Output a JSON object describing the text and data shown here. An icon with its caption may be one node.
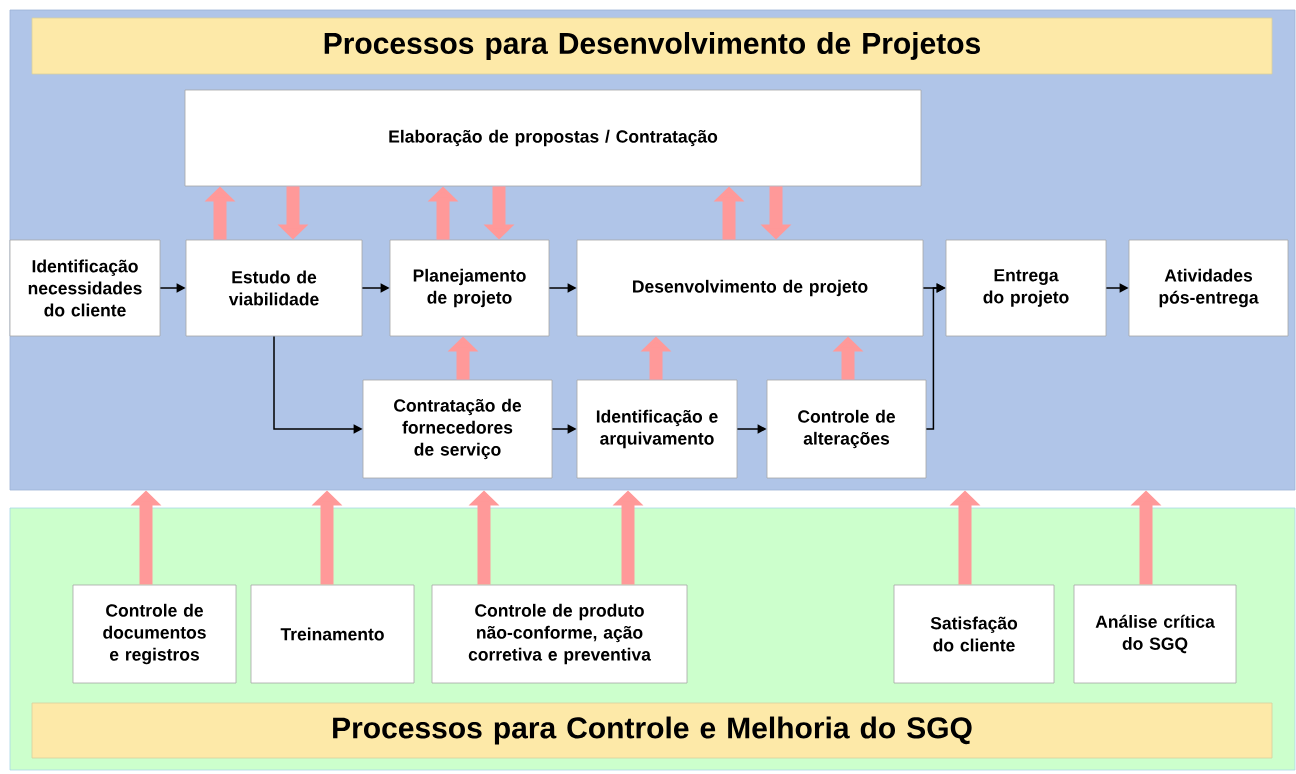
{
  "diagram": {
    "nodes": [
      {
        "text": [],
        "shape": "box"
      },
      {
        "text": [
          "Processos para Desenvolvimento de Projetos"
        ],
        "in": 0
      },
      {
        "text": [
          "Elaboração de propostas / Contratação"
        ],
        "in": 0
      },
      {
        "text": [
          "Identificação necessidades do cliente"
        ],
        "in": 0
      },
      {
        "text": [
          "Estudo de viabilidade"
        ],
        "in": 0
      },
      {
        "text": [
          "Planejamento de projeto"
        ],
        "in": 0
      },
      {
        "text": [
          "Desenvolvimento de projeto"
        ],
        "in": 0
      },
      {
        "text": [
          "Entrega do projeto"
        ],
        "in": 0
      },
      {
        "text": [
          "Atividades pós-entrega"
        ],
        "in": 0
      },
      {
        "text": [
          "Contratação de fornecedores de serviço"
        ],
        "in": 0
      },
      {
        "text": [
          "Identificação e arquivamento"
        ],
        "in": 0
      },
      {
        "text": [
          "Controle de alterações"
        ],
        "in": 0
      },
      {
        "text": [],
        "shape": "box"
      },
      {
        "text": [
          "Controle de documentos e registros"
        ],
        "in": 12
      },
      {
        "text": [
          "Treinamento"
        ],
        "in": 12
      },
      {
        "text": [
          "Controle de produto não-conforme, ação corretiva e preventiva"
        ],
        "in": 12
      },
      {
        "text": [
          "Satisfação do cliente"
        ],
        "in": 12
      },
      {
        "text": [
          "Análise crítica do SGQ"
        ],
        "in": 12
      },
      {
        "text": [
          "Processos para Controle e Melhoria do SGQ"
        ],
        "in": 12
      }
    ],
    "edges": [
      {
        "from": 3,
        "to": 4,
        "arrow": "to",
        "color": "#000000"
      },
      {
        "from": 4,
        "to": 5,
        "arrow": "to",
        "color": "#000000"
      },
      {
        "from": 5,
        "to": 6,
        "arrow": "to",
        "color": "#000000"
      },
      {
        "from": 6,
        "to": 7,
        "arrow": "to",
        "color": "#000000"
      },
      {
        "from": 7,
        "to": 8,
        "arrow": "to",
        "color": "#000000"
      },
      {
        "from": 4,
        "to": 9,
        "arrow": "to",
        "color": "#000000"
      },
      {
        "from": 9,
        "to": 10,
        "arrow": "to",
        "color": "#000000"
      },
      {
        "from": 10,
        "to": 11,
        "arrow": "to",
        "color": "#000000"
      },
      {
        "from": 11,
        "to": 7,
        "arrow": "to",
        "color": "#000000"
      },
      {
        "from": 4,
        "to": 2,
        "arrow": "to",
        "color": "#ff9999"
      },
      {
        "from": 2,
        "to": 4,
        "arrow": "to",
        "color": "#ff9999"
      },
      {
        "from": 5,
        "to": 2,
        "arrow": "to",
        "color": "#ff9999"
      },
      {
        "from": 2,
        "to": 5,
        "arrow": "to",
        "color": "#ff9999"
      },
      {
        "from": 6,
        "to": 2,
        "arrow": "to",
        "color": "#ff9999"
      },
      {
        "from": 2,
        "to": 6,
        "arrow": "to",
        "color": "#ff9999"
      },
      {
        "from": 9,
        "to": 5,
        "arrow": "to",
        "color": "#ff9999"
      },
      {
        "from": 10,
        "to": 6,
        "arrow": "to",
        "color": "#ff9999"
      },
      {
        "from": 11,
        "to": 6,
        "arrow": "to",
        "color": "#ff9999"
      },
      {
        "from": 13,
        "to": 0,
        "arrow": "to",
        "color": "#ff9999"
      },
      {
        "from": 14,
        "to": 0,
        "arrow": "to",
        "color": "#ff9999"
      },
      {
        "from": 15,
        "to": 0,
        "arrow": "to",
        "color": "#ff9999"
      },
      {
        "from": 15,
        "to": 0,
        "arrow": "to",
        "color": "#ff9999"
      },
      {
        "from": 16,
        "to": 0,
        "arrow": "to",
        "color": "#ff9999"
      },
      {
        "from": 17,
        "to": 0,
        "arrow": "to",
        "color": "#ff9999"
      }
    ]
  }
}
